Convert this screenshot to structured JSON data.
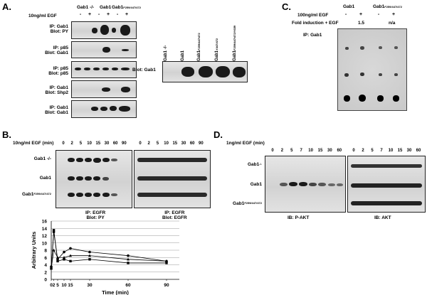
{
  "panelA": {
    "letter": "A.",
    "egf_label": "10ng/ml EGF",
    "columns": [
      "Gab1 -/-",
      "Gab1",
      "Gab1"
    ],
    "columns_sup": [
      "",
      "",
      "F259/447/472"
    ],
    "signs": [
      "-",
      "+",
      "-",
      "+",
      "-",
      "+"
    ],
    "blots": [
      {
        "ip": "IP: Gab1",
        "blot": "Blot: PY"
      },
      {
        "ip": "IP: p85",
        "blot": "Blot: Gab1"
      },
      {
        "ip": "IP: p85",
        "blot": "Blot: p85"
      },
      {
        "ip": "IP: Gab1",
        "blot": "Blot: Shp2"
      },
      {
        "ip": "IP: Gab1",
        "blot": "Blot: Gab1"
      }
    ],
    "side_blot_label": "Blot: Gab1",
    "side_lanes": [
      "Gab1 -/-",
      "Gab1",
      "Gab1",
      "Gab1",
      "Gab1"
    ],
    "side_lanes_sup": [
      "",
      "",
      "F259/447/472",
      "Y447/472",
      "F259/447/472/Y659"
    ]
  },
  "panelB": {
    "letter": "B.",
    "egf_label": "10ng/ml EGF (min)",
    "times": [
      "0",
      "2",
      "5",
      "10",
      "15",
      "30",
      "60",
      "90"
    ],
    "rows": [
      "Gab1 -/-",
      "Gab1",
      "Gab1"
    ],
    "rows_sup": [
      "",
      "",
      "F259/447/472"
    ],
    "caption_left": [
      "IP: EGFR",
      "Blot: PY"
    ],
    "caption_right": [
      "IP: EGFR",
      "Blot: EGFR"
    ]
  },
  "panelC": {
    "letter": "C.",
    "columns": [
      "Gab1",
      "Gab1"
    ],
    "columns_sup": [
      "",
      "F259/447/472"
    ],
    "egf_label": "100ng/ml EGF",
    "signs": [
      "-",
      "+",
      "-",
      "+"
    ],
    "fold_label": "Fold induction + EGF",
    "fold_values": [
      "1.5",
      "n/a"
    ],
    "ip_label": "IP: Gab1"
  },
  "panelD": {
    "letter": "D.",
    "egf_label": "1ng/ml EGF (min)",
    "times": [
      "0",
      "2",
      "5",
      "7",
      "10",
      "15",
      "30",
      "60"
    ],
    "rows": [
      "Gab1",
      "Gab1",
      "Gab1"
    ],
    "rows_sup": [
      "-/-",
      "",
      "F259/447/472"
    ],
    "caption_left": "IB: P-AKT",
    "caption_right": "IB: AKT"
  },
  "chart_data": {
    "type": "line",
    "x": [
      0,
      2,
      5,
      10,
      15,
      30,
      60,
      90
    ],
    "series": [
      {
        "values": [
          3.5,
          13.0,
          5.5,
          7.5,
          8.5,
          7.5,
          6.5,
          5.0
        ]
      },
      {
        "values": [
          3.0,
          13.5,
          5.0,
          5.5,
          5.0,
          5.5,
          4.5,
          4.5
        ]
      },
      {
        "values": [
          3.0,
          8.0,
          6.0,
          6.0,
          6.5,
          6.5,
          5.5,
          5.0
        ]
      }
    ],
    "xlabel": "Time (min)",
    "ylabel": "Arbitrary Units",
    "yticks": [
      0,
      2,
      4,
      6,
      8,
      10,
      12,
      14,
      16
    ],
    "ylim": [
      0,
      16
    ],
    "grid": true
  }
}
